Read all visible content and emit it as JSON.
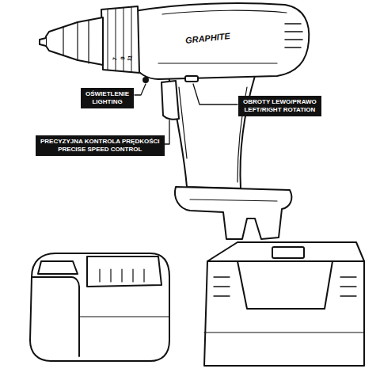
{
  "diagram": {
    "nodes": [
      {
        "text": [
          "OŚWIETLENIE",
          "LIGHTING"
        ]
      },
      {
        "text": [
          "OBROTY LEWO/PRAWO",
          "LEFT/RIGHT ROTATION"
        ]
      },
      {
        "text": [
          "PRECYZYJNA KONTROLA PRĘDKOŚCI",
          "PRECISE SPEED CONTROL"
        ]
      }
    ],
    "labels": [
      "GRAPHITE",
      "7",
      "9",
      "11"
    ]
  }
}
